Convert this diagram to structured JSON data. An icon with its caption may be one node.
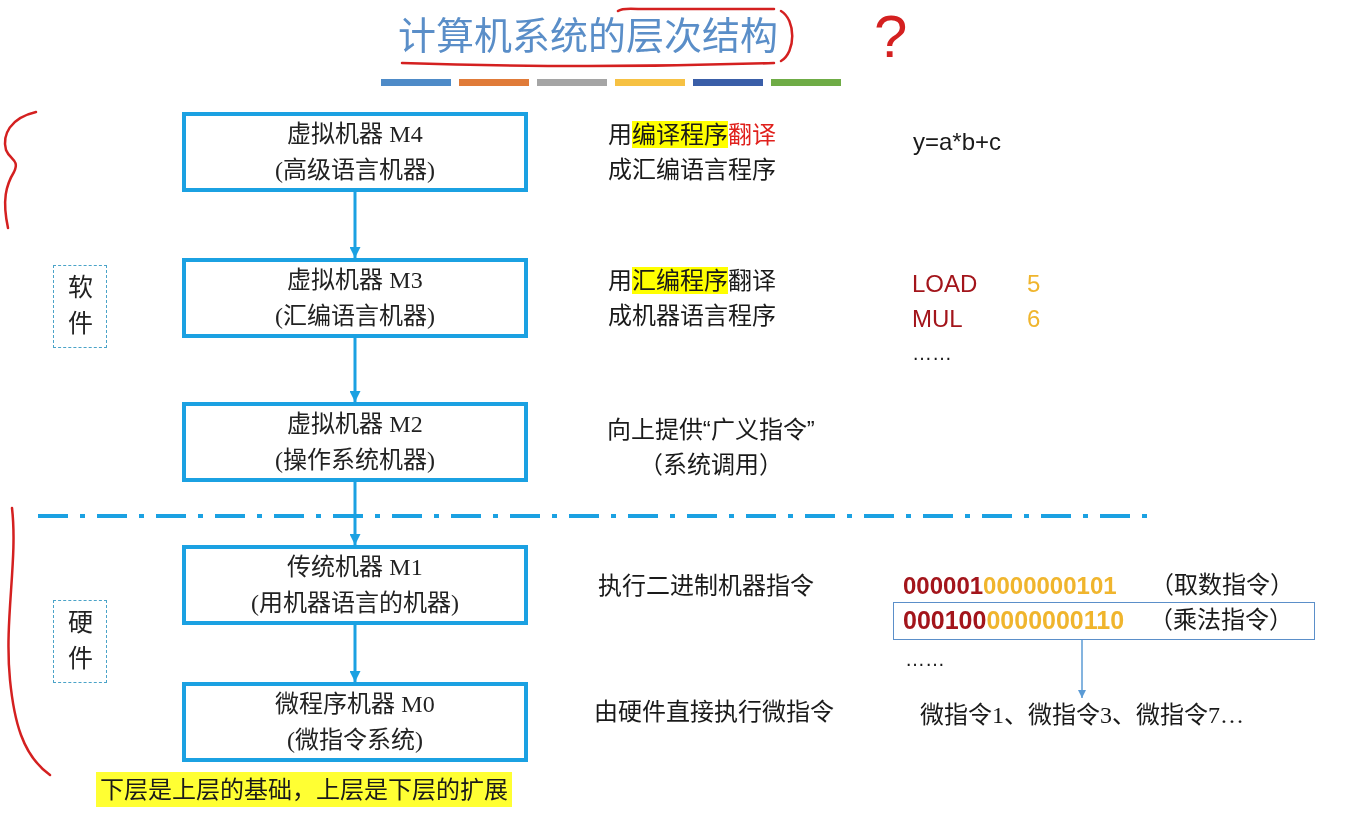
{
  "diagram": {
    "title": "计算机系统的层次结构",
    "nodes": [
      {
        "text": [
          "虚拟机器 M4",
          "(高级语言机器)"
        ]
      },
      {
        "text": [
          "虚拟机器 M3",
          "(汇编语言机器)"
        ]
      },
      {
        "text": [
          "虚拟机器 M2",
          "(操作系统机器)"
        ]
      },
      {
        "text": [
          "传统机器 M1",
          "(用机器语言的机器)"
        ]
      },
      {
        "text": [
          "微程序机器 M0",
          "(微指令系统)"
        ]
      },
      {
        "text": [
          "软件"
        ]
      },
      {
        "text": [
          "硬件"
        ]
      },
      {
        "text": [
          "0001000000000110",
          "（乘法指令）"
        ]
      },
      {
        "text": [
          "微指令1、微指令3、微指令7…"
        ]
      }
    ],
    "edges": [
      {
        "from": 0,
        "to": 1,
        "arrow": "to"
      },
      {
        "from": 1,
        "to": 2,
        "arrow": "to"
      },
      {
        "from": 2,
        "to": 3,
        "arrow": "to"
      },
      {
        "from": 3,
        "to": 4,
        "arrow": "to"
      },
      {
        "from": 7,
        "to": 8,
        "arrow": "to",
        "color": "#5b9bd5"
      }
    ],
    "labels": [
      "?",
      "用编译程序翻译成汇编语言程序",
      "y=a*b+c",
      "用汇编程序翻译成机器语言程序",
      "LOAD",
      "5",
      "MUL",
      "6",
      "……",
      "向上提供“广义指令”（系统调用）",
      "执行二进制机器指令",
      "0000010000000101",
      "（取数指令）",
      "……",
      "由硬件直接执行微指令",
      "下层是上层的基础，上层是下层的扩展"
    ]
  }
}
